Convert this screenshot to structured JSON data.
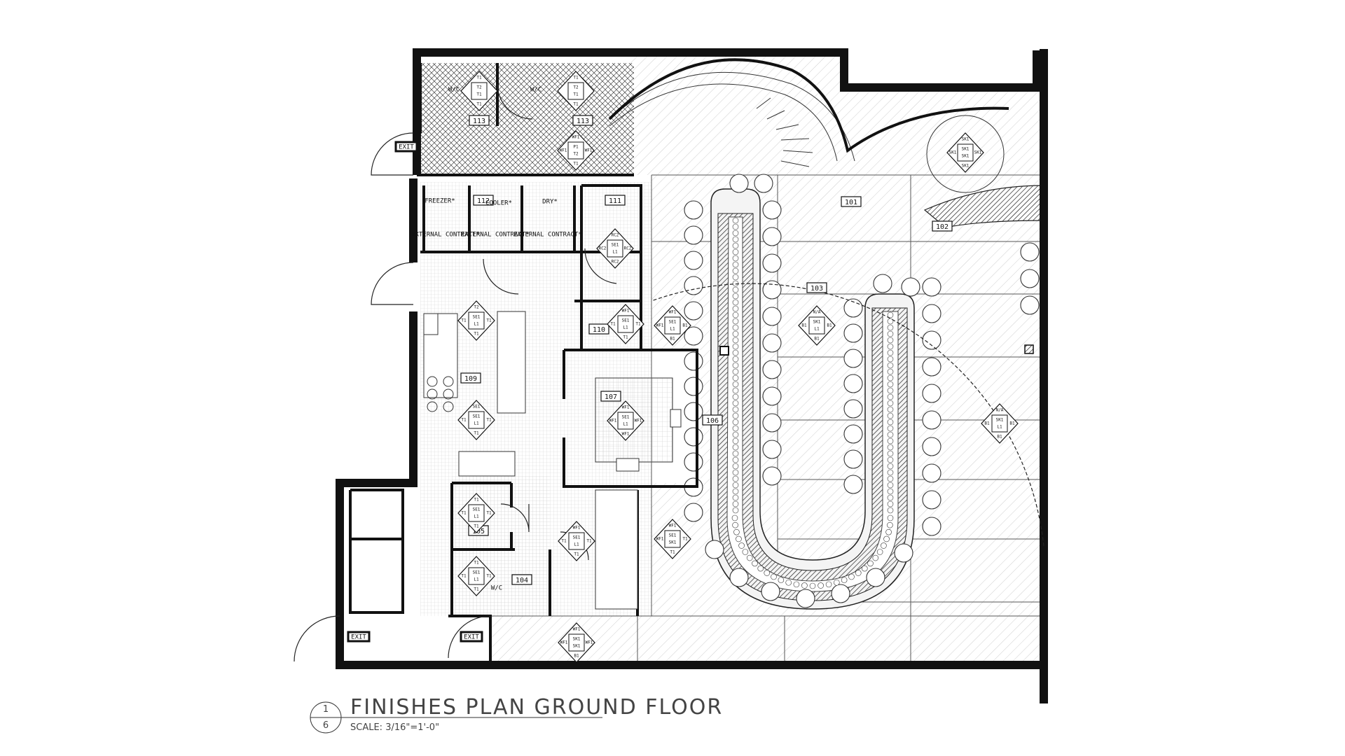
{
  "drawing": {
    "title": "FINISHES PLAN GROUND FLOOR",
    "scale": "SCALE: 3/16\"=1'-0\"",
    "sheet_number": "1",
    "sheet_ref": "6"
  },
  "rooms": [
    {
      "id": "r113a",
      "label": "113"
    },
    {
      "id": "r113b",
      "label": "113"
    },
    {
      "id": "r112",
      "label": "112"
    },
    {
      "id": "r111",
      "label": "111"
    },
    {
      "id": "r110",
      "label": "110"
    },
    {
      "id": "r109",
      "label": "109"
    },
    {
      "id": "r107",
      "label": "107"
    },
    {
      "id": "r106",
      "label": "106"
    },
    {
      "id": "r105",
      "label": "105"
    },
    {
      "id": "r104",
      "label": "104"
    },
    {
      "id": "r103",
      "label": "103"
    },
    {
      "id": "r102",
      "label": "102"
    },
    {
      "id": "r101",
      "label": "101"
    }
  ],
  "labels": {
    "exit_1": "EXIT",
    "exit_2": "EXIT",
    "exit_3": "EXIT",
    "wc_1": "W/C",
    "wc_2": "W/C",
    "wc_3": "W/C",
    "freezer": "FREEZER*",
    "cooler": "COOLER*",
    "dry": "DRY*",
    "ext_1": "EXTERNAL CONTRACT*",
    "ext_2": "EXTERNAL CONTRACT*",
    "ext_3": "EXTERNAL CONTRACT*"
  },
  "finish_tags": [
    {
      "id": "f1",
      "top": "T1",
      "mid": [
        "T2",
        "T1"
      ],
      "bottom": "T1",
      "left": "",
      "right": ""
    },
    {
      "id": "f2",
      "top": "T1",
      "mid": [
        "T2",
        "T1"
      ],
      "bottom": "T1",
      "left": "",
      "right": ""
    },
    {
      "id": "f3",
      "top": "WF1",
      "mid": [
        "P1",
        "T2"
      ],
      "bottom": "T1",
      "left": "WF1",
      "right": "WF1"
    },
    {
      "id": "f4",
      "top": "SK1",
      "mid": [
        "SK1",
        "SK1"
      ],
      "bottom": "SK1",
      "left": "SK1",
      "right": "SK1"
    },
    {
      "id": "f5",
      "top": "RC2",
      "mid": [
        "SE1",
        "L1"
      ],
      "bottom": "RC2",
      "left": "RC2",
      "right": "RC2"
    },
    {
      "id": "f6",
      "top": "T2",
      "mid": [
        "SE1",
        "L1"
      ],
      "bottom": "T1",
      "left": "T1",
      "right": "T1"
    },
    {
      "id": "f7",
      "top": "WF1",
      "mid": [
        "SE1",
        "L1"
      ],
      "bottom": "T1",
      "left": "T1",
      "right": "T1"
    },
    {
      "id": "f8",
      "top": "WF1",
      "mid": [
        "SE1",
        "L1"
      ],
      "bottom": "B1",
      "left": "WF1",
      "right": "B1"
    },
    {
      "id": "f9",
      "top": "N/A",
      "mid": [
        "SK1",
        "L1"
      ],
      "bottom": "B1",
      "left": "B1",
      "right": "B1"
    },
    {
      "id": "f10",
      "top": "SE1",
      "mid": [
        "SE1",
        "L1"
      ],
      "bottom": "T1",
      "left": "T1",
      "right": "T1"
    },
    {
      "id": "f11",
      "top": "WF1",
      "mid": [
        "SE1",
        "L1"
      ],
      "bottom": "WF1",
      "left": "WF1",
      "right": "WF1"
    },
    {
      "id": "f12",
      "top": "N/A",
      "mid": [
        "SK1",
        "L1"
      ],
      "bottom": "B1",
      "left": "B1",
      "right": "B1"
    },
    {
      "id": "f13",
      "top": "T1",
      "mid": [
        "SE1",
        "L1"
      ],
      "bottom": "T1",
      "left": "T1",
      "right": "T1"
    },
    {
      "id": "f14",
      "top": "WF1",
      "mid": [
        "SE1",
        "L1"
      ],
      "bottom": "T1",
      "left": "T1",
      "right": "T1"
    },
    {
      "id": "f15",
      "top": "WF1",
      "mid": [
        "SE1",
        "SK1"
      ],
      "bottom": "T1",
      "left": "WF1",
      "right": "T1"
    },
    {
      "id": "f16",
      "top": "T1",
      "mid": [
        "SE1",
        "L1"
      ],
      "bottom": "T1",
      "left": "T1",
      "right": "T1"
    },
    {
      "id": "f17",
      "top": "WF1",
      "mid": [
        "SK1",
        "SK1"
      ],
      "bottom": "B1",
      "left": "WF1",
      "right": "WF1"
    }
  ],
  "colors": {
    "line": "#111111",
    "paper": "#ffffff",
    "title": "#444444"
  }
}
